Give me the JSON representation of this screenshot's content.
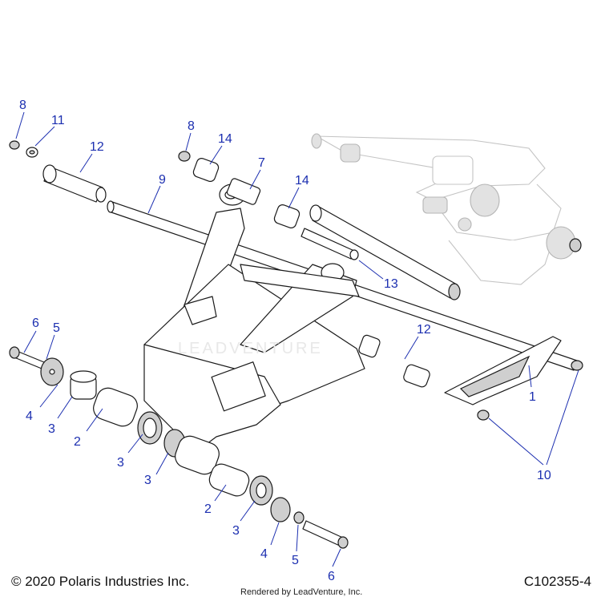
{
  "copyright": "© 2020 Polaris Industries Inc.",
  "rendered_by": "Rendered by LeadVenture, Inc.",
  "diagram_code": "C102355-4",
  "watermark": "LEADVENTURE",
  "callouts": {
    "c8a": "8",
    "c11": "11",
    "c12a": "12",
    "c8b": "8",
    "c14a": "14",
    "c7": "7",
    "c9": "9",
    "c14b": "14",
    "c13": "13",
    "c6a": "6",
    "c5a": "5",
    "c4a": "4",
    "c3a": "3",
    "c2a": "2",
    "c3b": "3",
    "c12b": "12",
    "c1": "1",
    "c10": "10",
    "c3c": "3",
    "c2b": "2",
    "c3d": "3",
    "c4b": "4",
    "c5b": "5",
    "c6b": "6"
  }
}
